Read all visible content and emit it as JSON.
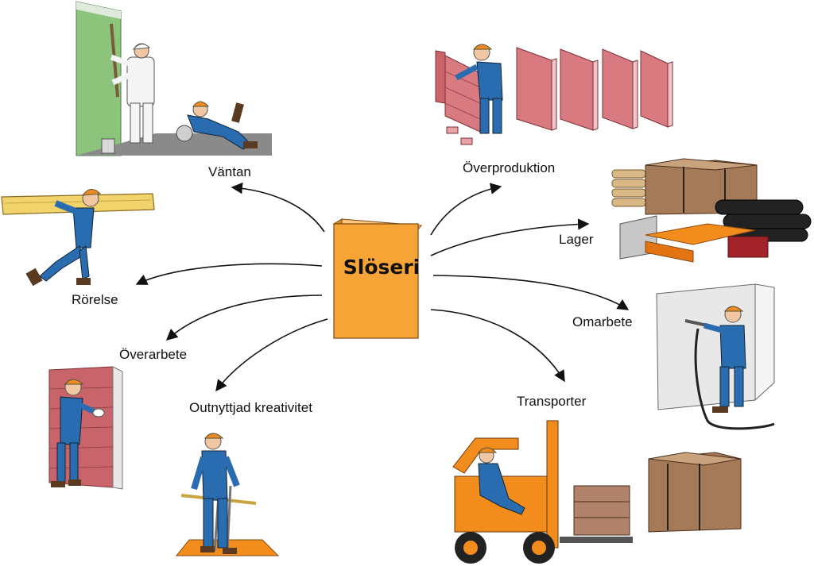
{
  "center": {
    "title": "Slöseri"
  },
  "labels": {
    "vantan": "Väntan",
    "overproduktion": "Överproduktion",
    "lager": "Lager",
    "rorelse": "Rörelse",
    "omarbete": "Omarbete",
    "overarbete": "Överarbete",
    "transporter": "Transporter",
    "kreativitet": "Outnyttjad kreativitet"
  },
  "colors": {
    "book": "#f7a437",
    "book_dark": "#d98a20",
    "brick": "#c8646a",
    "overall": "#2a6cb0",
    "helmet": "#f08a24",
    "forklift": "#f28c1c",
    "wall_green": "#8cc47c"
  }
}
